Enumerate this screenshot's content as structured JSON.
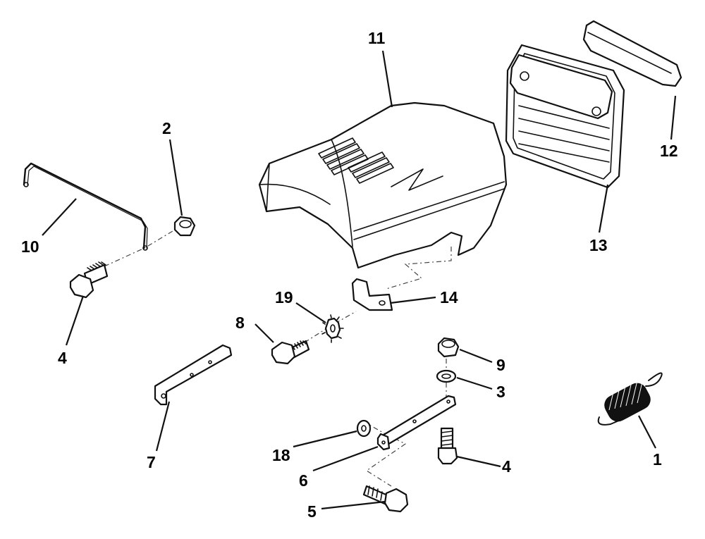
{
  "callouts": {
    "c1": "1",
    "c2": "2",
    "c3": "3",
    "c4a": "4",
    "c4b": "4",
    "c5": "5",
    "c6": "6",
    "c7": "7",
    "c8": "8",
    "c9": "9",
    "c10": "10",
    "c11": "11",
    "c12": "12",
    "c13": "13",
    "c14": "14",
    "c18": "18",
    "c19": "19"
  },
  "colors": {
    "ink": "#111111",
    "paper": "#ffffff"
  }
}
